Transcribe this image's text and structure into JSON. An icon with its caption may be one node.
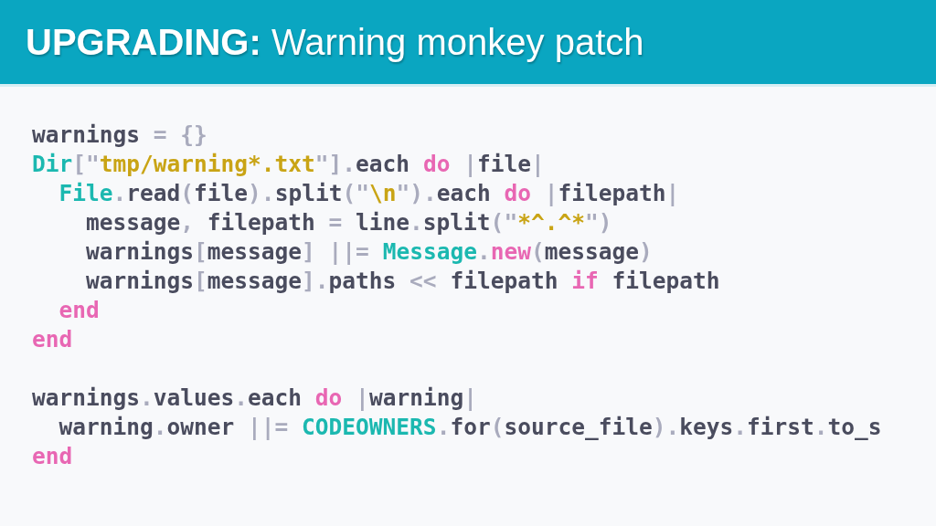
{
  "diagram": {
    "title": "**UPGRADING:** Warning monkey patch",
    "labels": [
      "warnings = {}",
      "Dir[\"tmp/warning*.txt\"].each do |file|",
      "  File.read(file).split(\"\\n\").each do |filepath|",
      "    message, filepath = line.split(\"*^.^*\")",
      "    warnings[message] ||= Message.new(message)",
      "    warnings[message].paths << filepath if filepath",
      "  end",
      "end",
      "warnings.values.each do |warning|",
      "  warning.owner ||= CODEOWNERS.for(source_file).keys.first.to_s",
      "end"
    ]
  }
}
